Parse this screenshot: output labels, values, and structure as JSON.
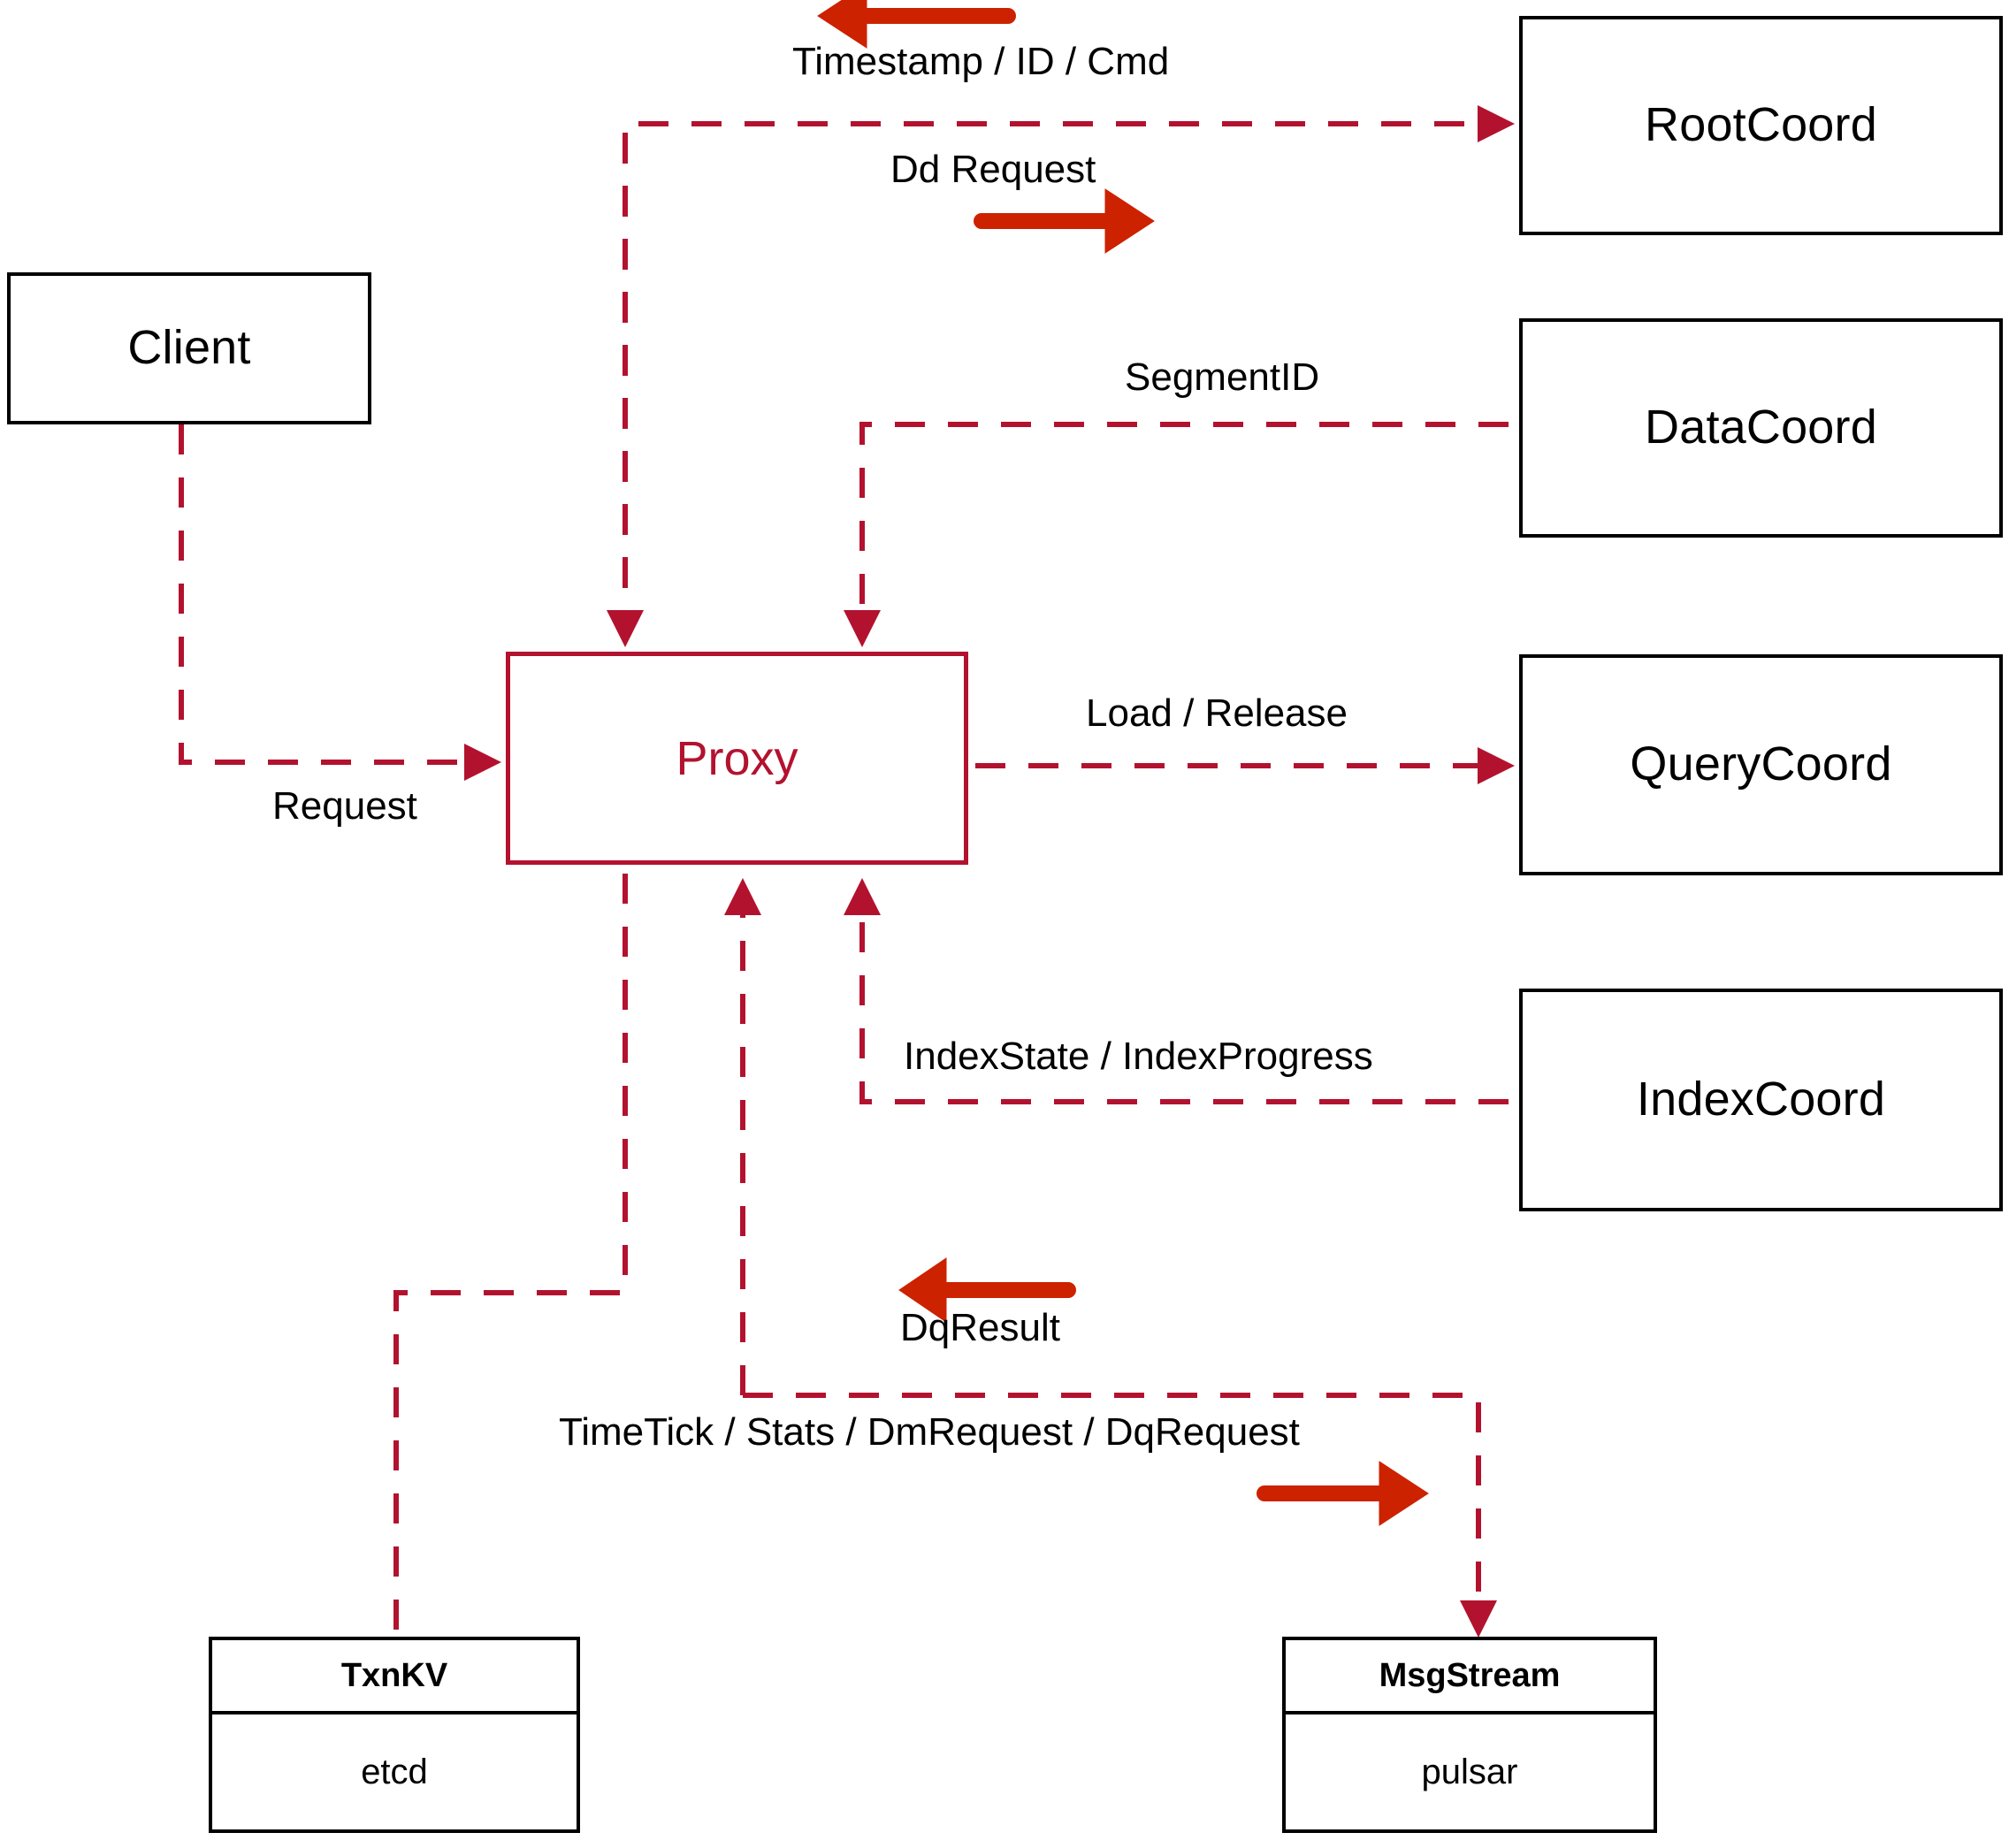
{
  "diagram": {
    "title": "Milvus Proxy component interaction diagram",
    "accent_red": "#b3122f",
    "arrow_red": "#cc2200",
    "box_black": "#000000",
    "nodes": {
      "client": {
        "label": "Client"
      },
      "proxy": {
        "label": "Proxy"
      },
      "root_coord": {
        "label": "RootCoord"
      },
      "data_coord": {
        "label": "DataCoord"
      },
      "query_coord": {
        "label": "QueryCoord"
      },
      "index_coord": {
        "label": "IndexCoord"
      },
      "txn_kv": {
        "header": "TxnKV",
        "body": "etcd"
      },
      "msg_stream": {
        "header": "MsgStream",
        "body": "pulsar"
      }
    },
    "edge_labels": {
      "timestamp_id_cmd": "Timestamp / ID / Cmd",
      "dd_request": "Dd Request",
      "segment_id": "SegmentID",
      "load_release": "Load / Release",
      "index_state_progress": "IndexState / IndexProgress",
      "request": "Request",
      "dq_result": "DqResult",
      "timetick_stats": "TimeTick / Stats / DmRequest / DqRequest"
    },
    "direction_arrows": [
      {
        "name": "timestamp-id-cmd-direction",
        "direction": "left"
      },
      {
        "name": "dd-request-direction",
        "direction": "right"
      },
      {
        "name": "dq-result-direction",
        "direction": "left"
      },
      {
        "name": "timetick-direction",
        "direction": "right"
      }
    ]
  }
}
